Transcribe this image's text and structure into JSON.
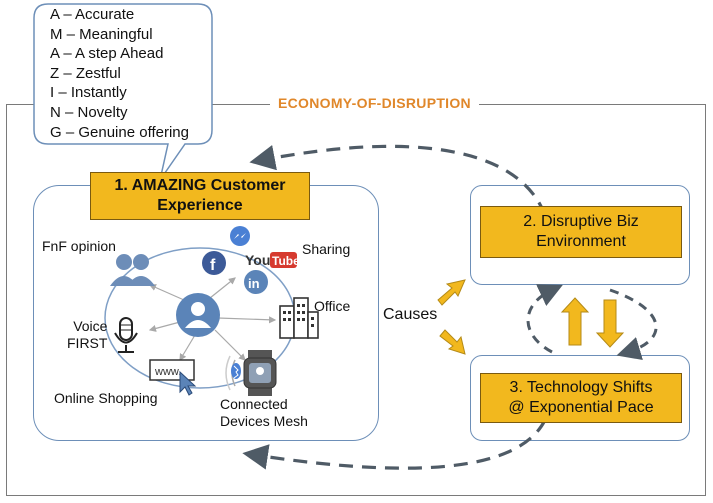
{
  "frame_title": "ECONOMY-OF-DISRUPTION",
  "callout": {
    "items": [
      "A – Accurate",
      "M – Meaningful",
      "A – A step Ahead",
      "Z – Zestful",
      "I – Instantly",
      "N – Novelty",
      "G – Genuine offering"
    ]
  },
  "box1": {
    "line1": "1. AMAZING Customer",
    "line2": "Experience"
  },
  "box2": {
    "line1": "2. Disruptive Biz",
    "line2": "Environment"
  },
  "box3": {
    "line1": "3. Technology Shifts",
    "line2": "@ Exponential Pace"
  },
  "causes_label": "Causes",
  "hub_labels": {
    "fnf": "FnF opinion",
    "sharing": "Sharing",
    "office": "Office",
    "voice_line1": "Voice",
    "voice_line2": "FIRST",
    "online_shopping": "Online Shopping",
    "connected_line1": "Connected",
    "connected_line2": "Devices Mesh",
    "www": "www.",
    "youtube_you": "You",
    "youtube_tube": "Tube"
  },
  "colors": {
    "accent_orange": "#f2b81e",
    "title_orange": "#e0872a",
    "panel_border": "#6d8fb8",
    "person_blue": "#5b84b8",
    "dash_gray": "#4f5b66"
  }
}
